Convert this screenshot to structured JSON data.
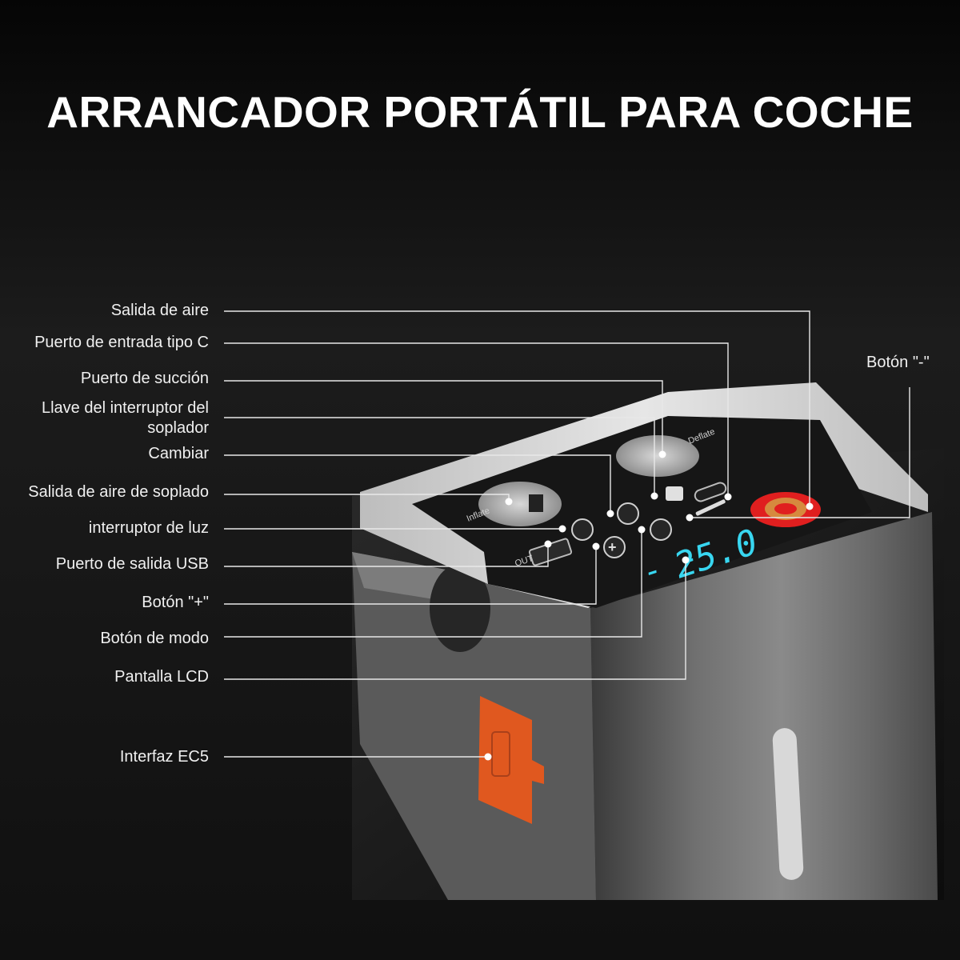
{
  "title": "ARRANCADOR PORTÁTIL PARA COCHE",
  "device": {
    "inflate_label": "Inflate",
    "deflate_label": "Deflate",
    "out_label": "OUT",
    "lcd_reading": "25.0"
  },
  "callouts": [
    {
      "label": "Salida de aire"
    },
    {
      "label": "Puerto de entrada tipo C"
    },
    {
      "label": "Puerto de succión"
    },
    {
      "label": "Llave del interruptor del\nsoplador"
    },
    {
      "label": "Cambiar"
    },
    {
      "label": "Salida de aire de soplado"
    },
    {
      "label": "interruptor de luz"
    },
    {
      "label": "Puerto de salida USB"
    },
    {
      "label": "Botón \"+\""
    },
    {
      "label": "Botón de modo"
    },
    {
      "label": "Pantalla LCD"
    },
    {
      "label": "Interfaz EC5"
    }
  ],
  "right_callout": {
    "label": "Botón \"-\""
  },
  "colors": {
    "background": "#141414",
    "accent_orange": "#e0581f",
    "accent_red": "#e01f1f",
    "lcd_cyan": "#38d6f0"
  }
}
